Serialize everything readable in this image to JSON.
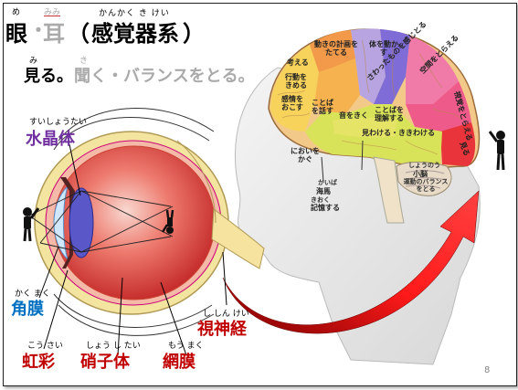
{
  "title": {
    "eye_ruby": "め",
    "eye": "眼",
    "dot": "・",
    "ear_ruby": "みみ",
    "ear": "耳",
    "paren_open": "（",
    "sensory_ruby": "かんかく き けい",
    "sensory": "感覚器系",
    "paren_close": "）"
  },
  "subtitle": {
    "see_ruby": "み",
    "see": "見る。",
    "hear_ruby": "き",
    "hear": "聞く・バランスをとる。"
  },
  "eye_labels": {
    "lens_ruby": "すいしょうたい",
    "lens": "水晶体",
    "cornea_ruby": "かく まく",
    "cornea": "角膜",
    "iris_ruby": "こう さい",
    "iris": "虹彩",
    "vitreous_ruby": "しょう し たい",
    "vitreous": "硝子体",
    "retina_ruby": "もう まく",
    "retina": "網膜",
    "optic_ruby": "し しん けい",
    "optic": "視神経"
  },
  "brain_labels": {
    "motor": "動きの計画をたてる",
    "body_move": "体を動かす",
    "touch": "さわったものを感じとる",
    "think": "考える",
    "act": "行動をきめる",
    "emotion": "感情をおこす",
    "speak": "ことばを話す",
    "space": "空間をとらえる",
    "hear_sound": "音をきく",
    "understand": "ことばを理解する",
    "vision": "視覚をとらえる",
    "distinguish": "見わける・ききわける",
    "see": "見る",
    "smell": "においをかぐ",
    "hippo_ruby": "かいば",
    "hippo": "海馬",
    "memory_ruby": "きおく",
    "memory": "記憶する",
    "cereb_ruby": "しょうのう",
    "cereb": "小脳",
    "balance": "運動のバランスをとる"
  },
  "page_number": "8",
  "colors": {
    "lens_label": "#7030a0",
    "cornea_label": "#0070c0",
    "red_label": "#c00000",
    "arrow": "#e00000"
  }
}
